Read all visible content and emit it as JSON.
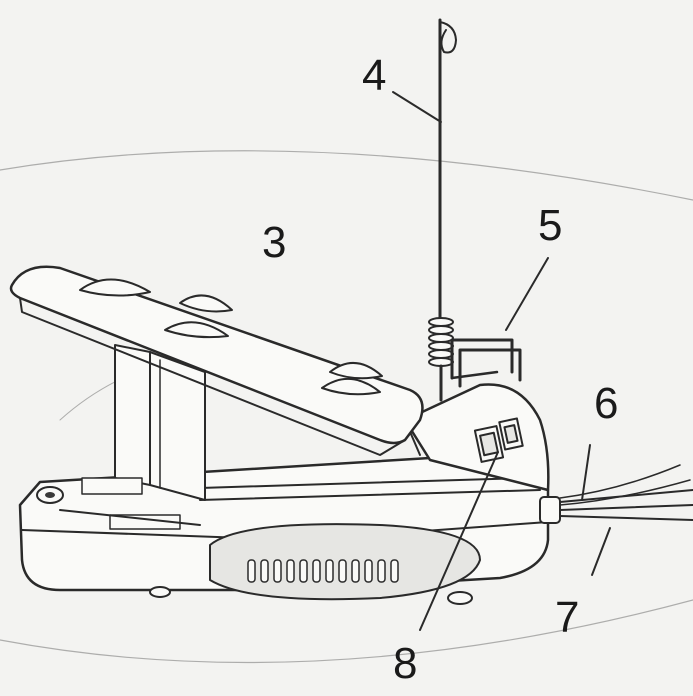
{
  "callouts": {
    "c3": "3",
    "c4": "4",
    "c5": "5",
    "c6": "6",
    "c7": "7",
    "c8": "8"
  },
  "colors": {
    "background": "#f3f3f1",
    "line": "#2a2a2a"
  }
}
